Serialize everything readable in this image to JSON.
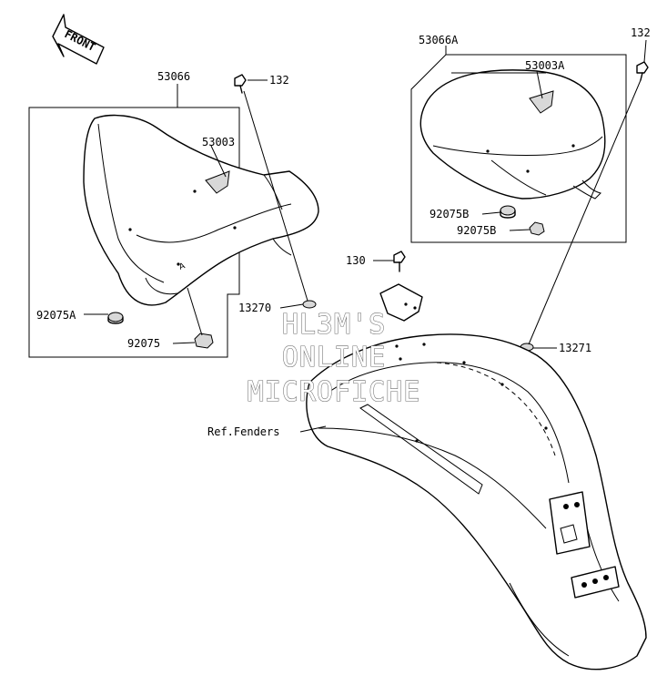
{
  "front_arrow": {
    "text": "FRONT"
  },
  "labels": {
    "p53066": "53066",
    "p53066A": "53066A",
    "p53003": "53003",
    "p53003A": "53003A",
    "p132_left": "132",
    "p132_right": "132",
    "p130": "130",
    "p13270": "13270",
    "p13271": "13271",
    "p92075A": "92075A",
    "p92075": "92075",
    "p92075B_top": "92075B",
    "p92075B_bottom": "92075B",
    "ref_fenders": "Ref.Fenders"
  },
  "watermark": {
    "line1": "HL3M'S",
    "line2": "ONLINE",
    "line3": "MICROFICHE"
  }
}
